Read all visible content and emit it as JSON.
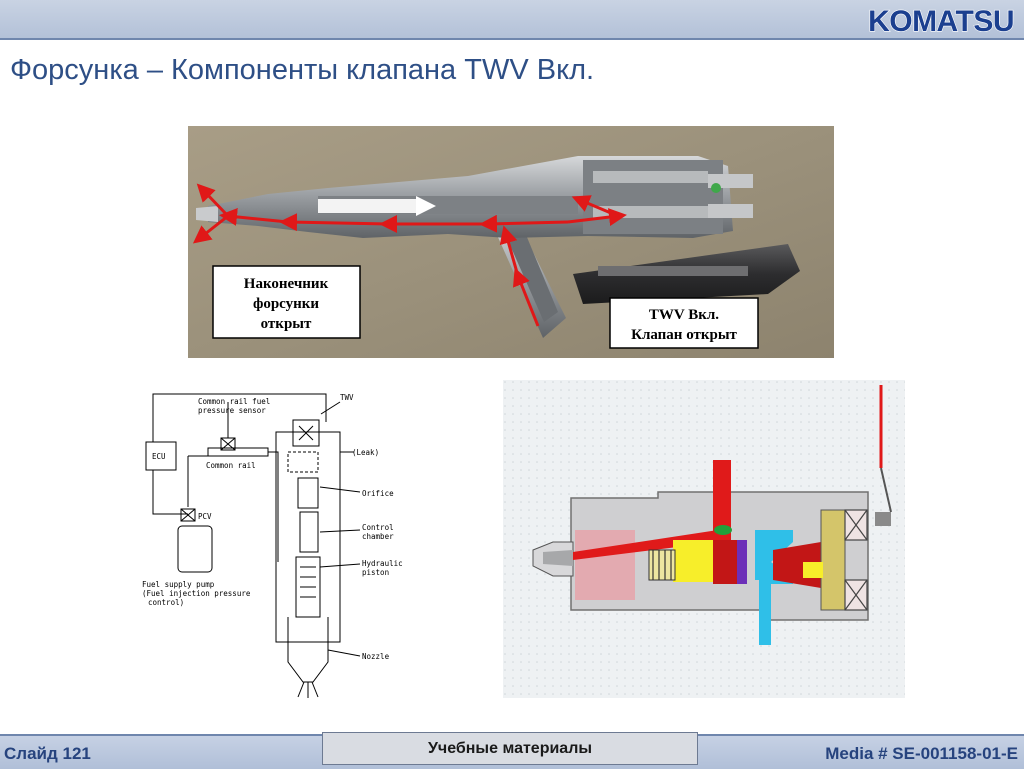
{
  "header": {
    "logo_text": "KOMATSU",
    "title": "Форсунка – Компоненты клапана TWV Вкл."
  },
  "photo": {
    "label_nozzle": [
      "Наконечник",
      "форсунки",
      "открыт"
    ],
    "label_twv": [
      "TWV Вкл.",
      "Клапан открыт"
    ]
  },
  "schematic": {
    "label_rail_sensor": [
      "Common rail fuel",
      "pressure sensor"
    ],
    "label_twv": "TWV",
    "label_leak": "(Leak)",
    "label_ecu": "ECU",
    "label_rail": "Common rail",
    "label_orifice": "Orifice",
    "label_control_chamber": [
      "Control",
      "chamber"
    ],
    "label_hydraulic_piston": [
      "Hydraulic",
      "piston"
    ],
    "label_pcv": "PCV",
    "label_pump": [
      "Fuel supply pump",
      "(Fuel injection pressure",
      "control)"
    ],
    "label_nozzle": "Nozzle"
  },
  "footer": {
    "slide": "Слайд 121",
    "center": "Учебные материалы",
    "media": "Media # SE-001158-01-E"
  }
}
